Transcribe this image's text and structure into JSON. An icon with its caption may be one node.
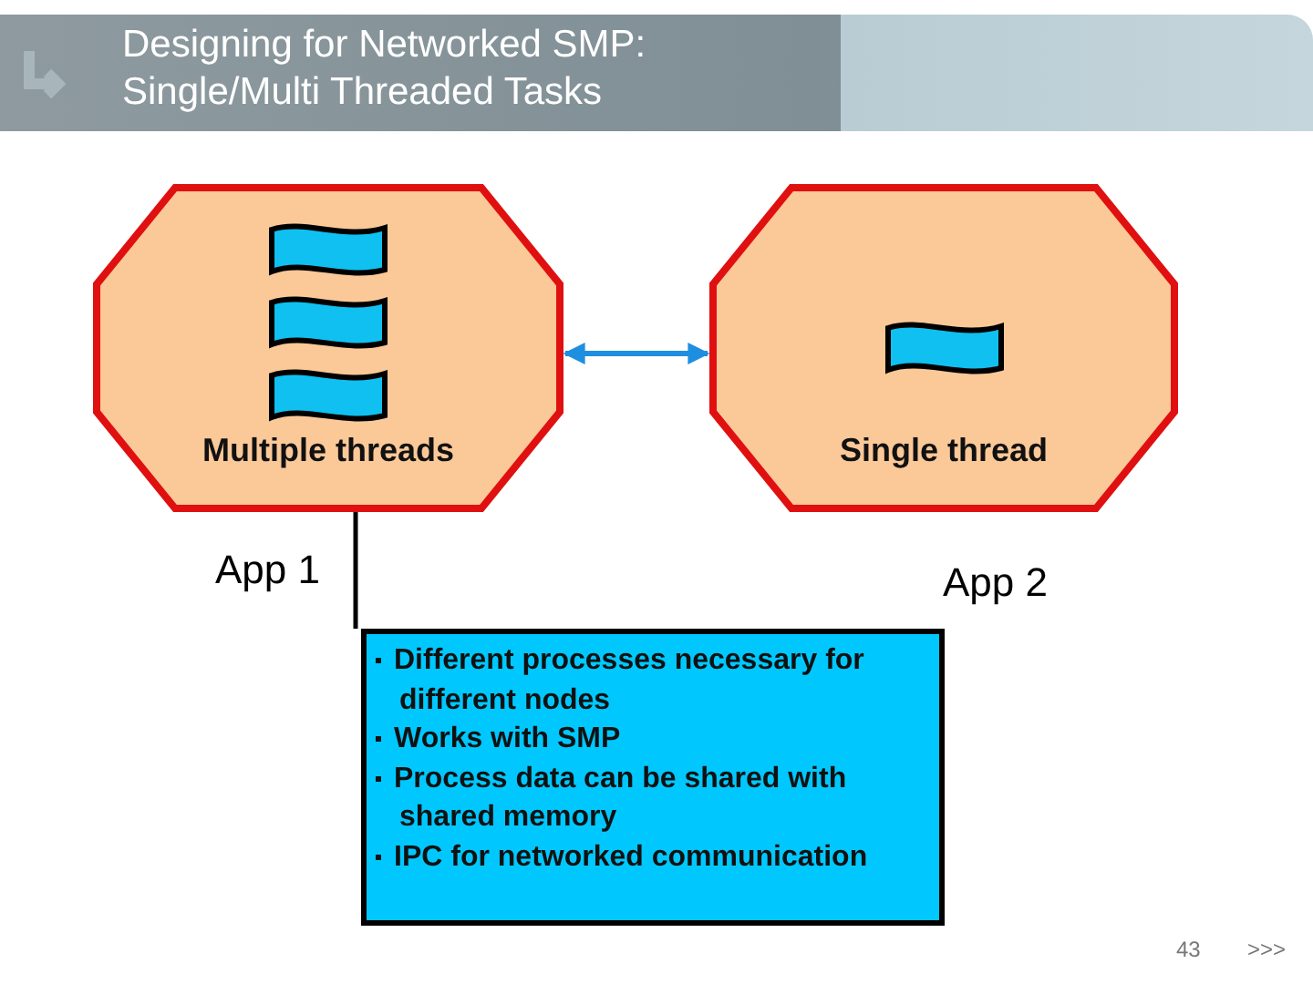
{
  "diagram": {
    "title": "Designing for Networked SMP: Single/Multi Threaded Tasks",
    "nodes": [
      {
        "text": [
          "Multiple threads"
        ]
      },
      {
        "text": [
          "Single thread"
        ]
      },
      {
        "text": [
          "Different processes necessary for different nodes",
          "Works with SMP",
          "Process data can be shared with shared memory",
          "IPC for networked communication"
        ]
      }
    ],
    "edges": [
      {
        "from": 0,
        "to": 1,
        "arrow": "both",
        "color": "#1e8fe0"
      },
      {
        "from": 0,
        "to": 2,
        "arrow": "none",
        "color": "#000000"
      }
    ],
    "labels": [
      "App 1",
      "App 2",
      "43",
      ">>>"
    ]
  }
}
